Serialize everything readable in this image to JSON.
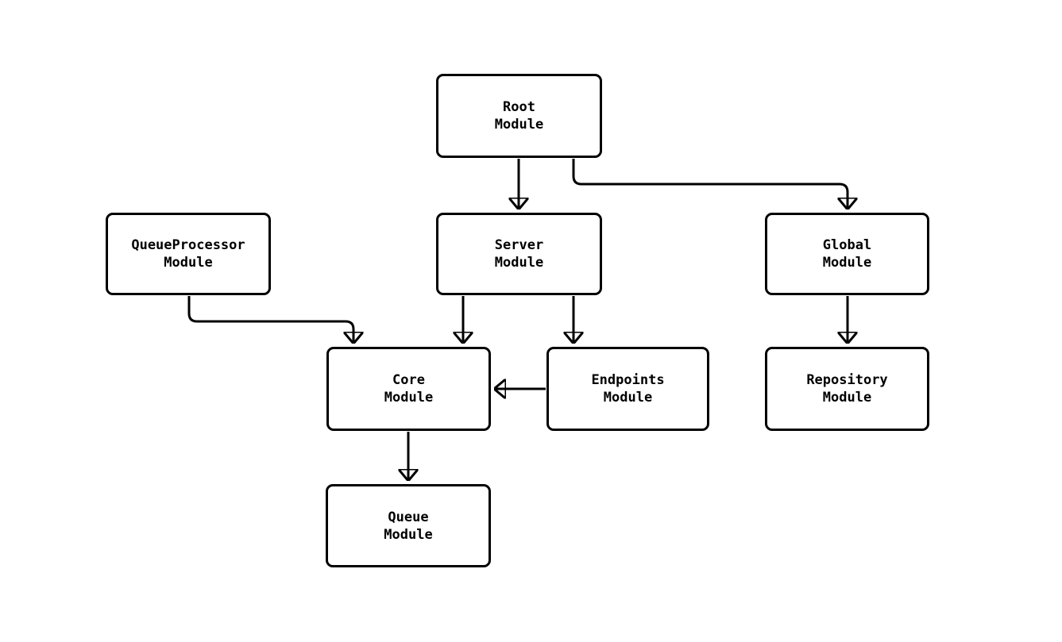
{
  "diagram": {
    "type": "module-dependency-flowchart",
    "colors": {
      "stroke": "#000000",
      "node_fill": "#ffffff",
      "background": "#ffffff"
    },
    "nodes": {
      "root": {
        "lines": [
          "Root",
          "Module"
        ]
      },
      "queueprocessor": {
        "lines": [
          "QueueProcessor",
          "Module"
        ]
      },
      "server": {
        "lines": [
          "Server",
          "Module"
        ]
      },
      "global": {
        "lines": [
          "Global",
          "Module"
        ]
      },
      "core": {
        "lines": [
          "Core",
          "Module"
        ]
      },
      "endpoints": {
        "lines": [
          "Endpoints",
          "Module"
        ]
      },
      "repository": {
        "lines": [
          "Repository",
          "Module"
        ]
      },
      "queue": {
        "lines": [
          "Queue",
          "Module"
        ]
      }
    },
    "edges": [
      {
        "from": "Root Module",
        "to": "Server Module"
      },
      {
        "from": "Root Module",
        "to": "Global Module"
      },
      {
        "from": "QueueProcessor Module",
        "to": "Core Module"
      },
      {
        "from": "Server Module",
        "to": "Core Module"
      },
      {
        "from": "Server Module",
        "to": "Endpoints Module"
      },
      {
        "from": "Endpoints Module",
        "to": "Core Module"
      },
      {
        "from": "Global Module",
        "to": "Repository Module"
      },
      {
        "from": "Core Module",
        "to": "Queue Module"
      }
    ]
  }
}
